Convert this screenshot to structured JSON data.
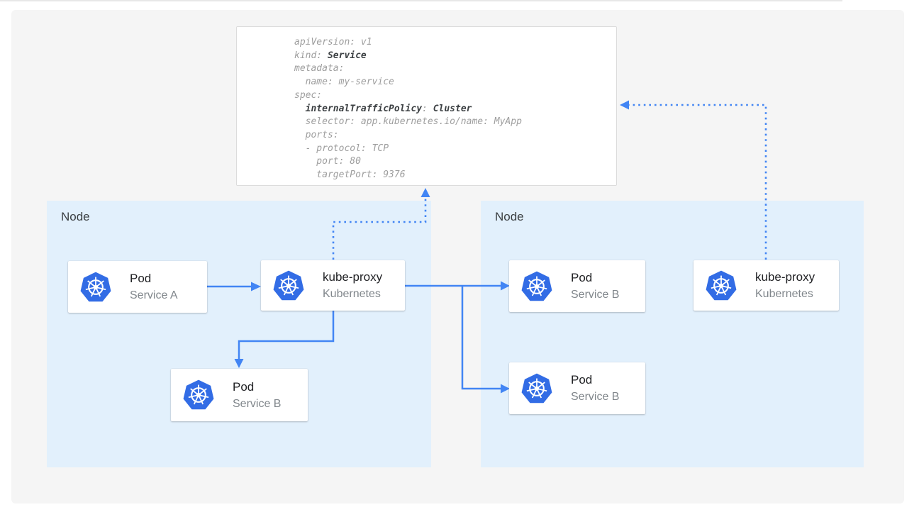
{
  "code_box": {
    "lines": [
      {
        "parts": [
          {
            "text": "apiVersion: v1"
          }
        ]
      },
      {
        "parts": [
          {
            "text": "kind: "
          },
          {
            "text": "Service",
            "bold": true
          }
        ]
      },
      {
        "parts": [
          {
            "text": "metadata:"
          }
        ]
      },
      {
        "parts": [
          {
            "text": "  name: my-service"
          }
        ]
      },
      {
        "parts": [
          {
            "text": "spec:"
          }
        ]
      },
      {
        "parts": [
          {
            "text": "  "
          },
          {
            "text": "internalTrafficPolicy",
            "bold": true
          },
          {
            "text": ": "
          },
          {
            "text": "Cluster",
            "bold": true
          }
        ]
      },
      {
        "parts": [
          {
            "text": "  selector: app.kubernetes.io/name: MyApp"
          }
        ]
      },
      {
        "parts": [
          {
            "text": "  ports:"
          }
        ]
      },
      {
        "parts": [
          {
            "text": "  - protocol: TCP"
          }
        ]
      },
      {
        "parts": [
          {
            "text": "    port: 80"
          }
        ]
      },
      {
        "parts": [
          {
            "text": "    targetPort: 9376"
          }
        ]
      }
    ]
  },
  "nodes": [
    {
      "label": "Node",
      "cards": [
        {
          "title": "Pod",
          "subtitle": "Service A",
          "icon": "kubernetes-icon"
        },
        {
          "title": "kube-proxy",
          "subtitle": "Kubernetes",
          "icon": "kubernetes-icon"
        },
        {
          "title": "Pod",
          "subtitle": "Service B",
          "icon": "kubernetes-icon"
        }
      ]
    },
    {
      "label": "Node",
      "cards": [
        {
          "title": "Pod",
          "subtitle": "Service B",
          "icon": "kubernetes-icon"
        },
        {
          "title": "kube-proxy",
          "subtitle": "Kubernetes",
          "icon": "kubernetes-icon"
        },
        {
          "title": "Pod",
          "subtitle": "Service B",
          "icon": "kubernetes-icon"
        }
      ]
    }
  ],
  "connections": [
    {
      "from": "pod-service-a",
      "to": "kube-proxy-left",
      "style": "solid-arrow"
    },
    {
      "from": "kube-proxy-left",
      "to": "pod-service-b-right-1",
      "style": "solid-arrow"
    },
    {
      "from": "kube-proxy-left",
      "to": "pod-service-b-right-2",
      "style": "solid-arrow"
    },
    {
      "from": "kube-proxy-left",
      "to": "pod-service-b-left",
      "style": "solid-arrow"
    },
    {
      "from": "kube-proxy-left",
      "to": "service-yaml",
      "style": "dotted-arrow"
    },
    {
      "from": "kube-proxy-right",
      "to": "service-yaml",
      "style": "dotted-arrow"
    }
  ],
  "colors": {
    "panel_bg": "#f5f5f5",
    "node_bg": "#e2f0fc",
    "arrow_blue": "#4285f4",
    "kubernetes_blue": "#326ce5",
    "card_bg": "#ffffff",
    "code_text": "#9e9e9e",
    "code_bold": "#3c4043"
  }
}
